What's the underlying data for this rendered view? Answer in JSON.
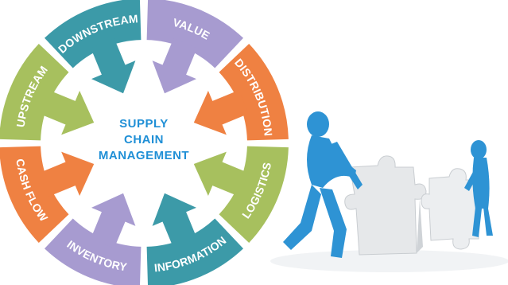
{
  "diagram": {
    "center_lines": [
      "SUPPLY",
      "CHAIN",
      "MANAGEMENT"
    ],
    "segments": [
      {
        "label": "VALUE",
        "color": "#a79bd0"
      },
      {
        "label": "DISTRIBUTION",
        "color": "#ef8142"
      },
      {
        "label": "LOGISTICS",
        "color": "#a7c05e"
      },
      {
        "label": "INFORMATION",
        "color": "#3c9aa8"
      },
      {
        "label": "INVENTORY",
        "color": "#a79bd0"
      },
      {
        "label": "CASH FLOW",
        "color": "#ef8142"
      },
      {
        "label": "UPSTREAM",
        "color": "#a7c05e"
      },
      {
        "label": "DOWNSTREAM",
        "color": "#3c9aa8"
      }
    ]
  },
  "illustration": {
    "figure_color": "#2e93d4",
    "puzzle_color": "#e8e8e8"
  }
}
